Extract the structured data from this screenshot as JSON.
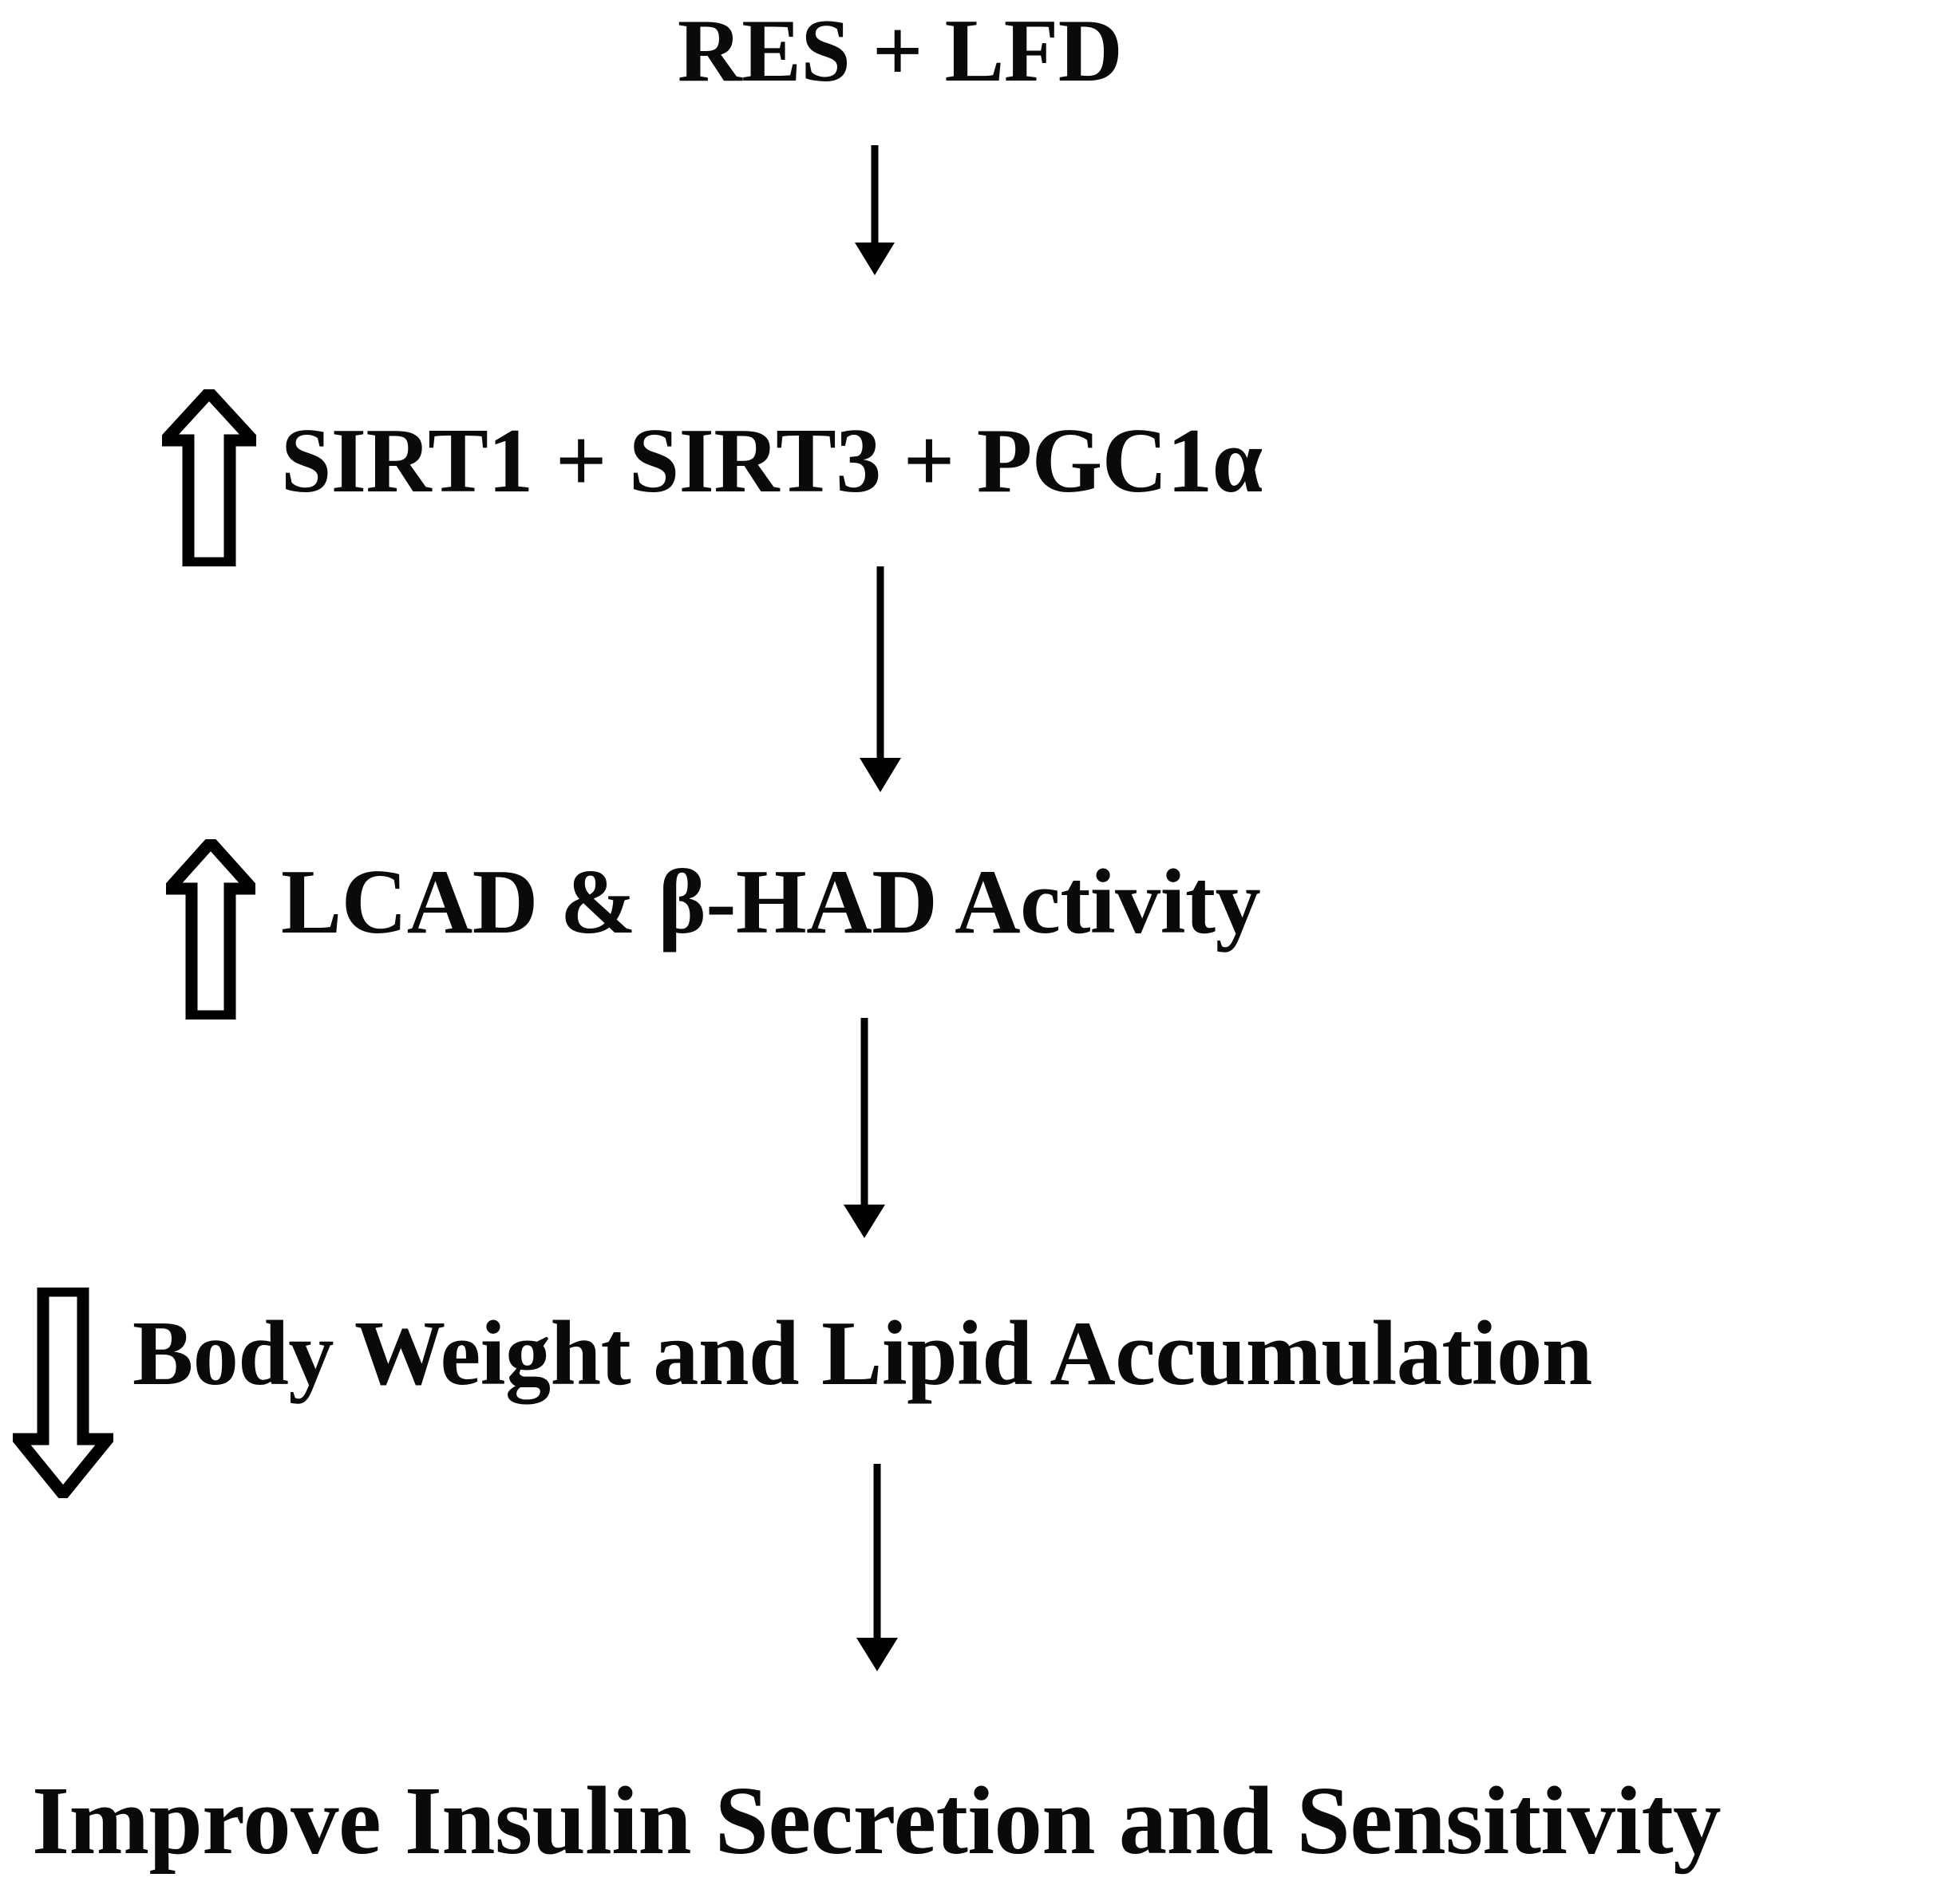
{
  "figure": {
    "type": "flowchart",
    "orientation": "vertical",
    "background_color": "#ffffff",
    "ink_color": "#000000",
    "node_count": 5,
    "connector_count": 4
  },
  "nodes": [
    {
      "id": "res-lfd",
      "label": "RES + LFD",
      "modifier_icon": "none",
      "modifier_label": ""
    },
    {
      "id": "sirt-pgc",
      "label": "SIRT1 + SIRT3 + PGC1α",
      "modifier_icon": "hollow-up-arrow",
      "modifier_label": "increase"
    },
    {
      "id": "lcad-bhad",
      "label": "LCAD & β-HAD Activity",
      "modifier_icon": "hollow-up-arrow",
      "modifier_label": "increase"
    },
    {
      "id": "body-weight-lipid",
      "label": "Body Weight and Lipid Accumulation",
      "modifier_icon": "hollow-down-arrow",
      "modifier_label": "decrease"
    },
    {
      "id": "insulin",
      "label": "Improve Insulin Secretion and Sensitivity",
      "modifier_icon": "none",
      "modifier_label": ""
    }
  ],
  "connectors": [
    {
      "id": "c1",
      "from": "res-lfd",
      "to": "sirt-pgc",
      "style": "solid-line-filled-arrowhead",
      "direction": "down"
    },
    {
      "id": "c2",
      "from": "sirt-pgc",
      "to": "lcad-bhad",
      "style": "solid-line-filled-arrowhead",
      "direction": "down"
    },
    {
      "id": "c3",
      "from": "lcad-bhad",
      "to": "body-weight-lipid",
      "style": "solid-line-filled-arrowhead",
      "direction": "down"
    },
    {
      "id": "c4",
      "from": "body-weight-lipid",
      "to": "insulin",
      "style": "solid-line-filled-arrowhead",
      "direction": "down"
    }
  ]
}
